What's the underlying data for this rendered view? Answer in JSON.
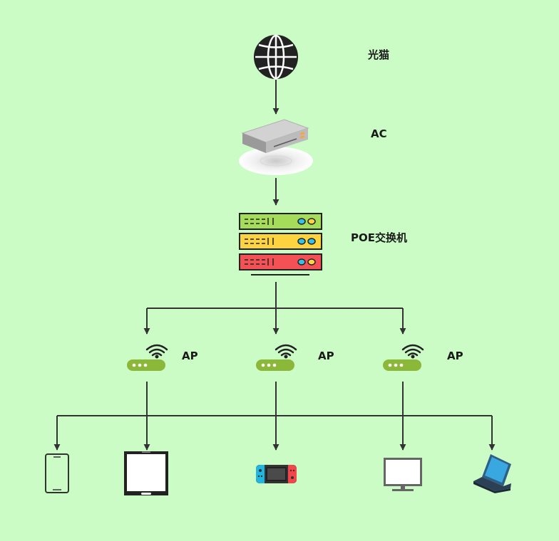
{
  "nodes": {
    "modem": {
      "label": "光猫",
      "icon": "globe-icon"
    },
    "ac": {
      "label": "AC",
      "icon": "router-box-icon"
    },
    "poe_switch": {
      "label": "POE交换机",
      "icon": "server-rack-icon"
    },
    "ap_1": {
      "label": "AP",
      "icon": "wifi-ap-icon"
    },
    "ap_2": {
      "label": "AP",
      "icon": "wifi-ap-icon"
    },
    "ap_3": {
      "label": "AP",
      "icon": "wifi-ap-icon"
    }
  },
  "devices": [
    {
      "icon": "smartphone-icon"
    },
    {
      "icon": "tablet-icon"
    },
    {
      "icon": "game-console-icon"
    },
    {
      "icon": "monitor-icon"
    },
    {
      "icon": "laptop-icon"
    }
  ],
  "colors": {
    "background": "#cbfcc6",
    "line": "#333333",
    "rack_green": "#a5dc5a",
    "rack_yellow": "#fdd33f",
    "rack_red": "#f35155",
    "ap_green": "#8cb83a",
    "console_blue": "#1fb6e0",
    "console_red": "#f4454b",
    "laptop_blue": "#3aa8e0"
  }
}
